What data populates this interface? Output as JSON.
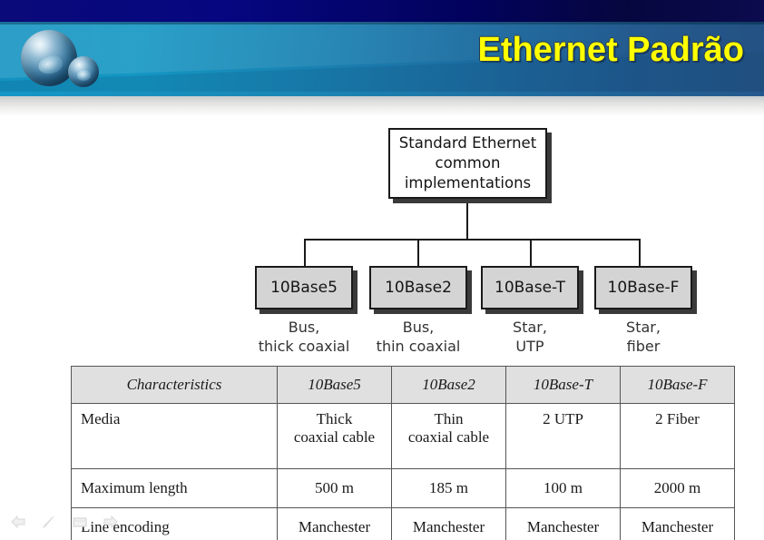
{
  "slide": {
    "title": "Ethernet Padrão",
    "title_color": "#ffff00",
    "banner_colors": {
      "navy": "#06065c",
      "cyan": "#1392c0",
      "steel": "#245183"
    }
  },
  "diagram": {
    "root": {
      "label": "Standard Ethernet common implementations",
      "line1": "Standard Ethernet",
      "line2": "common",
      "line3": "implementations"
    },
    "leaves": [
      {
        "label": "10Base5",
        "caption_line1": "Bus,",
        "caption_line2": "thick coaxial"
      },
      {
        "label": "10Base2",
        "caption_line1": "Bus,",
        "caption_line2": "thin coaxial"
      },
      {
        "label": "10Base-T",
        "caption_line1": "Star,",
        "caption_line2": "UTP"
      },
      {
        "label": "10Base-F",
        "caption_line1": "Star,",
        "caption_line2": "fiber"
      }
    ]
  },
  "table": {
    "headers": [
      "Characteristics",
      "10Base5",
      "10Base2",
      "10Base-T",
      "10Base-F"
    ],
    "rows": [
      {
        "name": "Media",
        "cells_line1": [
          "Thick",
          "Thin",
          "2 UTP",
          "2 Fiber"
        ],
        "cells_line2": [
          "coaxial cable",
          "coaxial cable",
          "",
          ""
        ]
      },
      {
        "name": "Maximum length",
        "cells": [
          "500 m",
          "185 m",
          "100 m",
          "2000 m"
        ]
      },
      {
        "name": "Line encoding",
        "cells": [
          "Manchester",
          "Manchester",
          "Manchester",
          "Manchester"
        ]
      }
    ]
  },
  "nav": {
    "items": [
      {
        "icon": "previous-arrow-icon",
        "label": "Previous"
      },
      {
        "icon": "pen-icon",
        "label": "Pen"
      },
      {
        "icon": "slide-icon",
        "label": "Slide"
      },
      {
        "icon": "next-arrow-icon",
        "label": "Next"
      }
    ]
  }
}
